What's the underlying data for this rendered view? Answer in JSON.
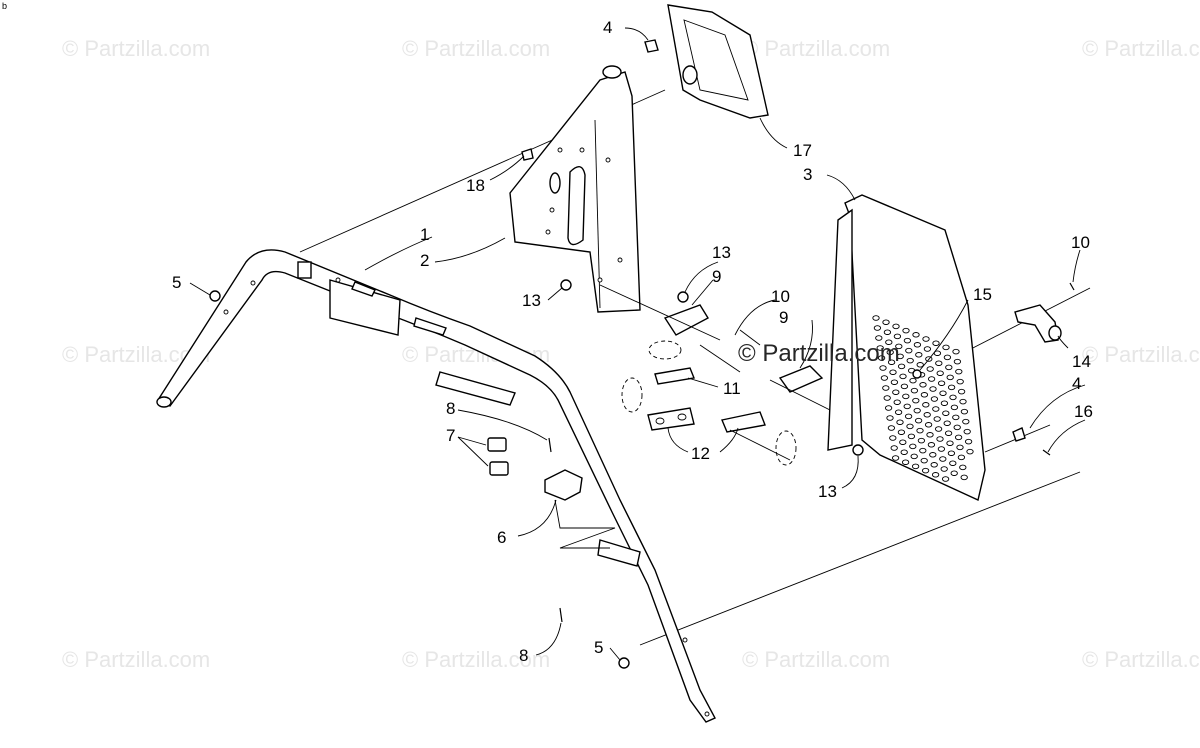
{
  "corner_mark": "b",
  "watermark": "© Partzilla.com",
  "labels": {
    "l1": "1",
    "l2": "2",
    "l3": "3",
    "l4a": "4",
    "l4b": "4",
    "l5a": "5",
    "l5b": "5",
    "l6": "6",
    "l7": "7",
    "l8a": "8",
    "l8b": "8",
    "l9a": "9",
    "l9b": "9",
    "l10a": "10",
    "l10b": "10",
    "l11": "11",
    "l12": "12",
    "l13a": "13",
    "l13b": "13",
    "l13c": "13",
    "l14": "14",
    "l15": "15",
    "l16": "16",
    "l17": "17",
    "l18": "18"
  }
}
